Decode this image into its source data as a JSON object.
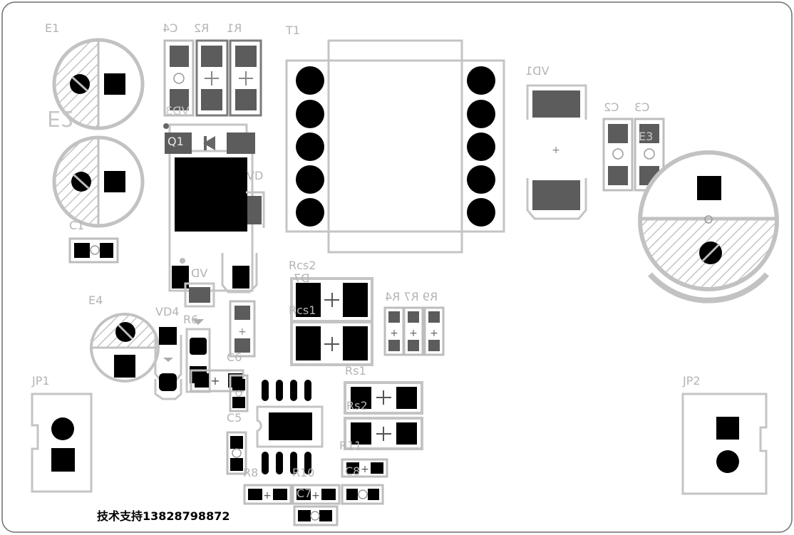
{
  "support_text": "技术支持13828798872",
  "labels": {
    "e1": "E1",
    "c4": "C4",
    "r2": "R2",
    "r1": "R1",
    "t1": "T1",
    "vd1": "VD1",
    "c2": "C2",
    "c3": "C3",
    "e3": "E3",
    "e2": "E2",
    "vd3": "VD3",
    "q1": "Q1",
    "vd_a": "VD",
    "c1": "C1",
    "vd_b": "VD",
    "e4": "E4",
    "vd4": "VD4",
    "r6": "R6",
    "rcs2": "Rcs2",
    "d7": "D7",
    "rcs1": "Rcs1",
    "r9r7r4": "R9 R7 R4",
    "c6": "C6",
    "jp1": "JP1",
    "jp2": "JP2",
    "rs1": "Rs1",
    "rs2": "Rs2",
    "c5": "C5",
    "r11": "R11",
    "r8": "R8",
    "r10": "R10",
    "c8": "C8",
    "c7": "C7"
  },
  "colors": {
    "outline": "#bcbcbc",
    "board_edge": "#6e6e6e",
    "pad_dark": "#000000",
    "pad_gray": "#5a5a5a",
    "label": "#b4b4b4"
  }
}
